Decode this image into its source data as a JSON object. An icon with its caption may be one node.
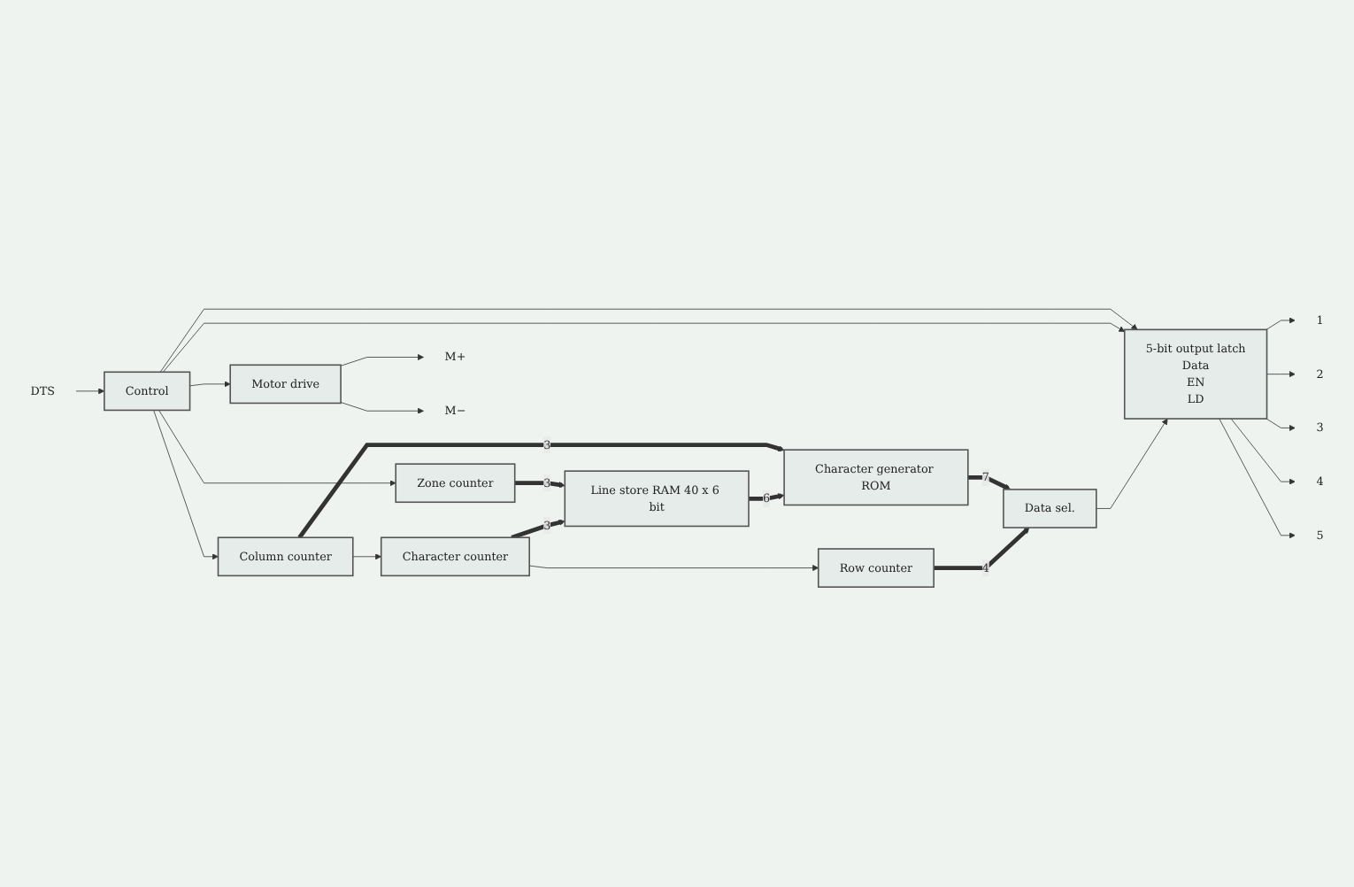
{
  "diagram": {
    "nodes": [
      {
        "text": [
          "Row counter"
        ]
      },
      {
        "text": [
          "Character counter"
        ]
      },
      {
        "text": [
          "Line store RAM 40 x 6 bit"
        ]
      },
      {
        "text": [
          "Zone counter"
        ]
      },
      {
        "text": [
          "Data sel."
        ]
      },
      {
        "text": [
          "5-bit output latch",
          "Data",
          "EN",
          "LD"
        ]
      },
      {
        "text": [
          "1"
        ]
      },
      {
        "text": [
          "2"
        ]
      },
      {
        "text": [
          "3"
        ]
      },
      {
        "text": [
          "4"
        ]
      },
      {
        "text": [
          "5"
        ]
      },
      {
        "text": [
          "Column counter"
        ]
      },
      {
        "text": [
          "Character generator ROM"
        ]
      },
      {
        "text": [
          "DTS"
        ]
      },
      {
        "text": [
          "Control"
        ]
      },
      {
        "text": [
          "Motor drive"
        ]
      },
      {
        "text": [
          "M+"
        ]
      },
      {
        "text": [
          "M−"
        ]
      }
    ],
    "edges": [
      {
        "from": 1,
        "to": 0,
        "arrow": "to"
      },
      {
        "from": 1,
        "to": 2,
        "arrow": "to",
        "label": "3",
        "style": "thick"
      },
      {
        "from": 3,
        "to": 2,
        "arrow": "to",
        "label": "3",
        "style": "thick"
      },
      {
        "from": 0,
        "to": 4,
        "arrow": "to",
        "label": "4",
        "style": "thick"
      },
      {
        "from": 2,
        "to": 12,
        "arrow": "to",
        "label": "6",
        "style": "thick"
      },
      {
        "from": 11,
        "to": 12,
        "arrow": "to",
        "label": "3",
        "style": "thick"
      },
      {
        "from": 12,
        "to": 4,
        "arrow": "to",
        "label": "7",
        "style": "thick"
      },
      {
        "from": 4,
        "to": 5,
        "arrow": "to"
      },
      {
        "from": 5,
        "to": 6,
        "arrow": "to"
      },
      {
        "from": 5,
        "to": 7,
        "arrow": "to"
      },
      {
        "from": 5,
        "to": 8,
        "arrow": "to"
      },
      {
        "from": 5,
        "to": 9,
        "arrow": "to"
      },
      {
        "from": 5,
        "to": 10,
        "arrow": "to"
      },
      {
        "from": 11,
        "to": 1,
        "arrow": "to"
      },
      {
        "from": 14,
        "to": 3,
        "arrow": "to"
      },
      {
        "from": 14,
        "to": 11,
        "arrow": "to"
      },
      {
        "from": 13,
        "to": 14,
        "arrow": "to"
      },
      {
        "from": 14,
        "to": 5,
        "arrow": "to"
      },
      {
        "from": 14,
        "to": 5,
        "arrow": "to"
      },
      {
        "from": 14,
        "to": 15,
        "arrow": "to"
      },
      {
        "from": 15,
        "to": 16,
        "arrow": "to"
      },
      {
        "from": 15,
        "to": 17,
        "arrow": "to"
      }
    ]
  }
}
